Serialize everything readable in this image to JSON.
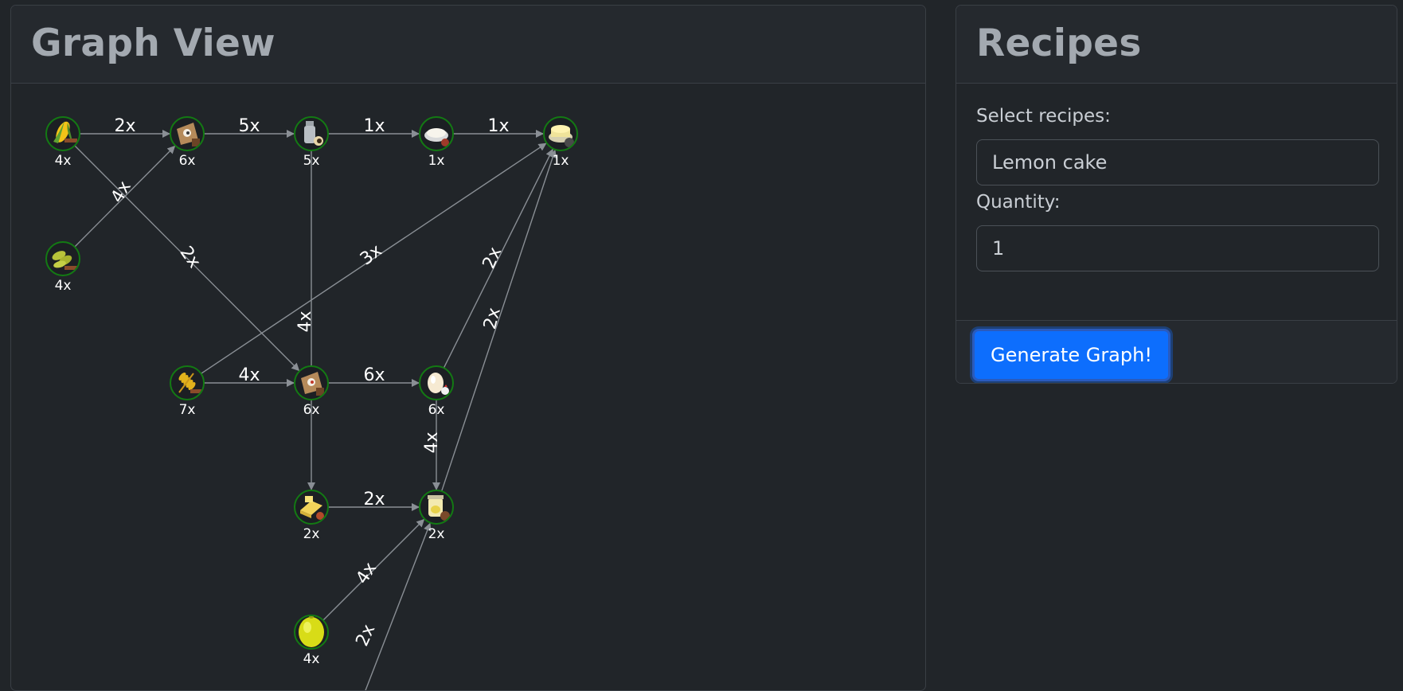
{
  "graph_view": {
    "title": "Graph View"
  },
  "recipes": {
    "title": "Recipes",
    "select_label": "Select recipes:",
    "select_value": "Lemon cake",
    "quantity_label": "Quantity:",
    "quantity_value": "1",
    "button_label": "Generate Graph!"
  },
  "graph": {
    "colors": {
      "edge": "#8a8f95",
      "node_ring": "#137a13",
      "text": "#ffffff"
    },
    "nodes": [
      {
        "id": "corn",
        "icon": "corn-icon",
        "qty": "4x"
      },
      {
        "id": "soybean",
        "icon": "soybean-icon",
        "qty": "4x"
      },
      {
        "id": "cow_feed",
        "icon": "cow-feed-icon",
        "qty": "6x"
      },
      {
        "id": "milk",
        "icon": "milk-icon",
        "qty": "5x"
      },
      {
        "id": "cream",
        "icon": "cream-icon",
        "qty": "1x"
      },
      {
        "id": "lemon_cake",
        "icon": "lemon-cake-icon",
        "qty": "1x"
      },
      {
        "id": "wheat",
        "icon": "wheat-icon",
        "qty": "7x"
      },
      {
        "id": "chicken_feed",
        "icon": "chicken-feed-icon",
        "qty": "6x"
      },
      {
        "id": "egg",
        "icon": "egg-icon",
        "qty": "6x"
      },
      {
        "id": "butter",
        "icon": "butter-icon",
        "qty": "2x"
      },
      {
        "id": "lemon_curd",
        "icon": "lemon-curd-icon",
        "qty": "2x"
      },
      {
        "id": "lemon",
        "icon": "lemon-icon",
        "qty": "4x"
      }
    ],
    "edges": [
      {
        "from": "corn",
        "to": "cow_feed",
        "label": "2x"
      },
      {
        "from": "cow_feed",
        "to": "milk",
        "label": "5x"
      },
      {
        "from": "milk",
        "to": "cream",
        "label": "1x"
      },
      {
        "from": "cream",
        "to": "lemon_cake",
        "label": "1x"
      },
      {
        "from": "soybean",
        "to": "cow_feed",
        "label": "4x"
      },
      {
        "from": "corn",
        "to": "chicken_feed",
        "label": "2x"
      },
      {
        "from": "wheat",
        "to": "lemon_cake",
        "label": "3x"
      },
      {
        "from": "milk",
        "to": "butter",
        "label": "4x"
      },
      {
        "from": "egg",
        "to": "lemon_cake",
        "label": "2x"
      },
      {
        "from": "lemon_curd",
        "to": "lemon_cake",
        "label": "2x"
      },
      {
        "from": "wheat",
        "to": "chicken_feed",
        "label": "4x"
      },
      {
        "from": "chicken_feed",
        "to": "egg",
        "label": "6x"
      },
      {
        "from": "egg",
        "to": "lemon_curd",
        "label": "4x"
      },
      {
        "from": "butter",
        "to": "lemon_curd",
        "label": "2x"
      },
      {
        "from": "lemon",
        "to": "lemon_curd",
        "label": "4x"
      },
      {
        "from": "offscreen",
        "to": "lemon_curd",
        "label": "2x"
      }
    ]
  }
}
